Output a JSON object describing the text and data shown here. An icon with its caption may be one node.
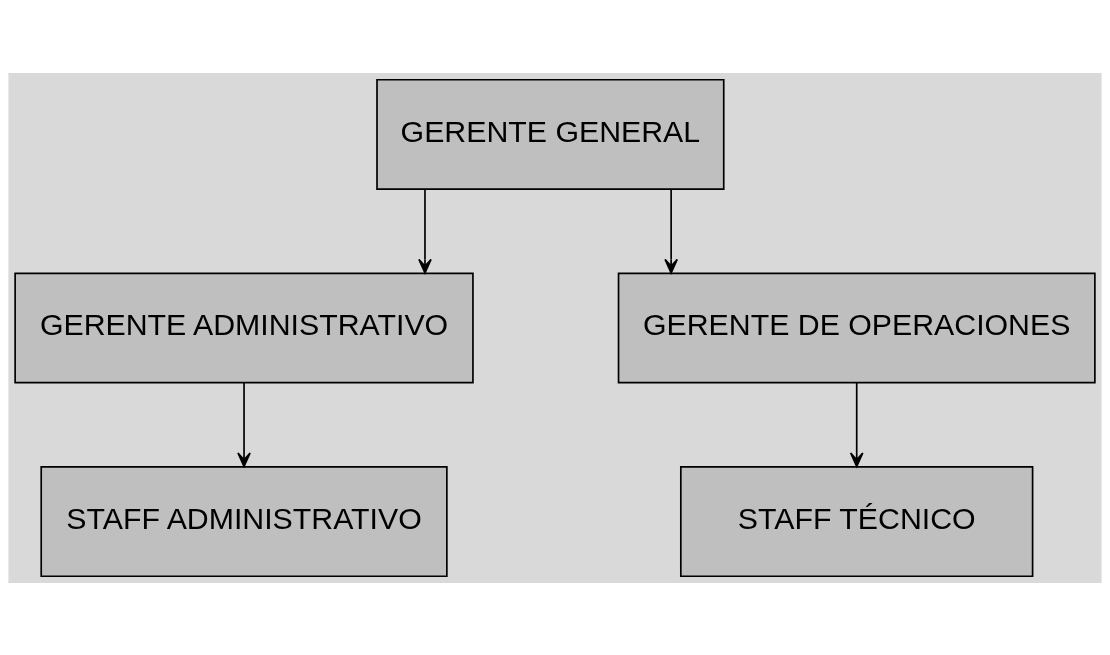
{
  "diagram": {
    "nodes": [
      {
        "text": [
          "GERENTE GENERAL"
        ]
      },
      {
        "text": [
          "GERENTE ADMINISTRATIVO"
        ]
      },
      {
        "text": [
          "GERENTE DE OPERACIONES"
        ]
      },
      {
        "text": [
          "STAFF ADMINISTRATIVO"
        ]
      },
      {
        "text": [
          "STAFF TÉCNICO"
        ]
      }
    ],
    "edges": [
      {
        "from": 0,
        "to": 1,
        "arrow": "to"
      },
      {
        "from": 0,
        "to": 2,
        "arrow": "to"
      },
      {
        "from": 1,
        "to": 3,
        "arrow": "to"
      },
      {
        "from": 2,
        "to": 4,
        "arrow": "to"
      }
    ]
  }
}
